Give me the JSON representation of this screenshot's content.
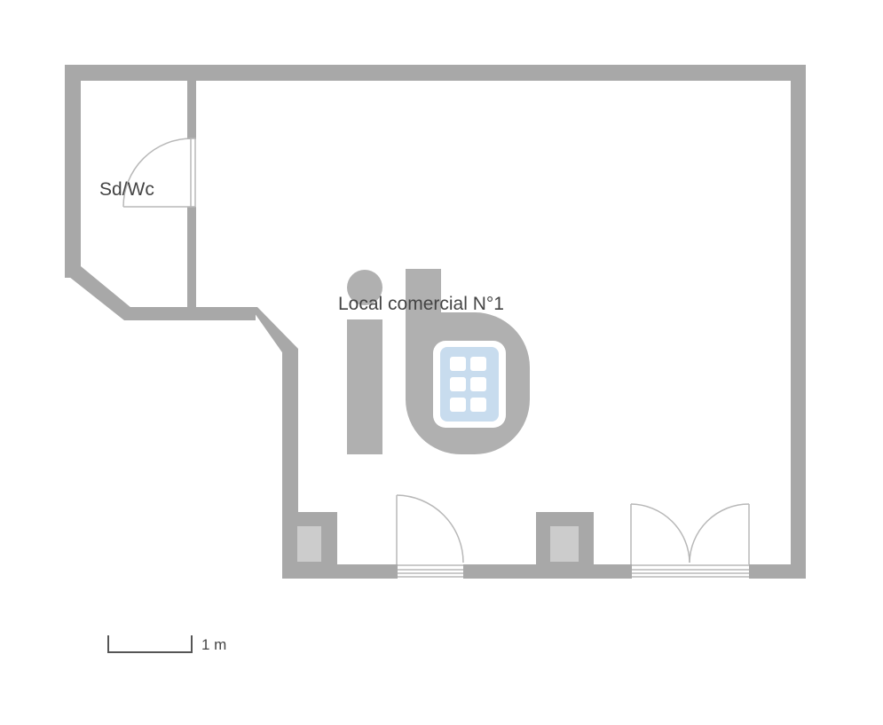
{
  "plan": {
    "rooms": [
      {
        "name": "Sd/Wc"
      },
      {
        "name": "Local comercial N°1"
      }
    ],
    "scale": {
      "label": "1 m"
    },
    "colors": {
      "wall": "#a8a8a8",
      "column_fill": "#cccccc",
      "door_line": "#b8b8b8",
      "watermark_gray": "#b0b0b0",
      "watermark_blue": "#c8dcee",
      "text": "#444444"
    },
    "watermark": {
      "icon": "ib-logo-building-icon"
    }
  }
}
